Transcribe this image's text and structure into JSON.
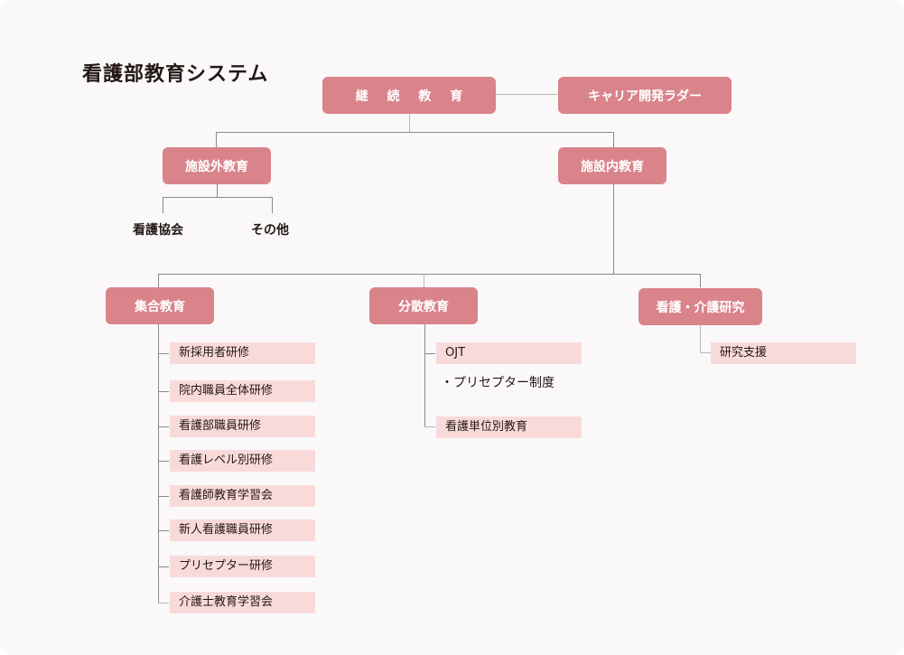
{
  "title": "看護部教育システム",
  "colors": {
    "node_fill": "#d9838b",
    "item_fill": "#f9dada",
    "text": "#231815",
    "line": "#8a8a8a"
  },
  "root": {
    "label": "継 続 教 育",
    "side_node": "キャリア開発ラダー"
  },
  "external": {
    "label": "施設外教育",
    "children": [
      "看護協会",
      "その他"
    ]
  },
  "internal": {
    "label": "施設内教育",
    "groups": [
      {
        "label": "集合教育",
        "items": [
          "新採用者研修",
          "院内職員全体研修",
          "看護部職員研修",
          "看護レベル別研修",
          "看護師教育学習会",
          "新人看護職員研修",
          "プリセプター研修",
          "介護士教育学習会"
        ]
      },
      {
        "label": "分散教育",
        "items": [
          "OJT",
          "看護単位別教育"
        ],
        "sub_note": "・プリセプター制度"
      },
      {
        "label": "看護・介護研究",
        "items": [
          "研究支援"
        ]
      }
    ]
  }
}
